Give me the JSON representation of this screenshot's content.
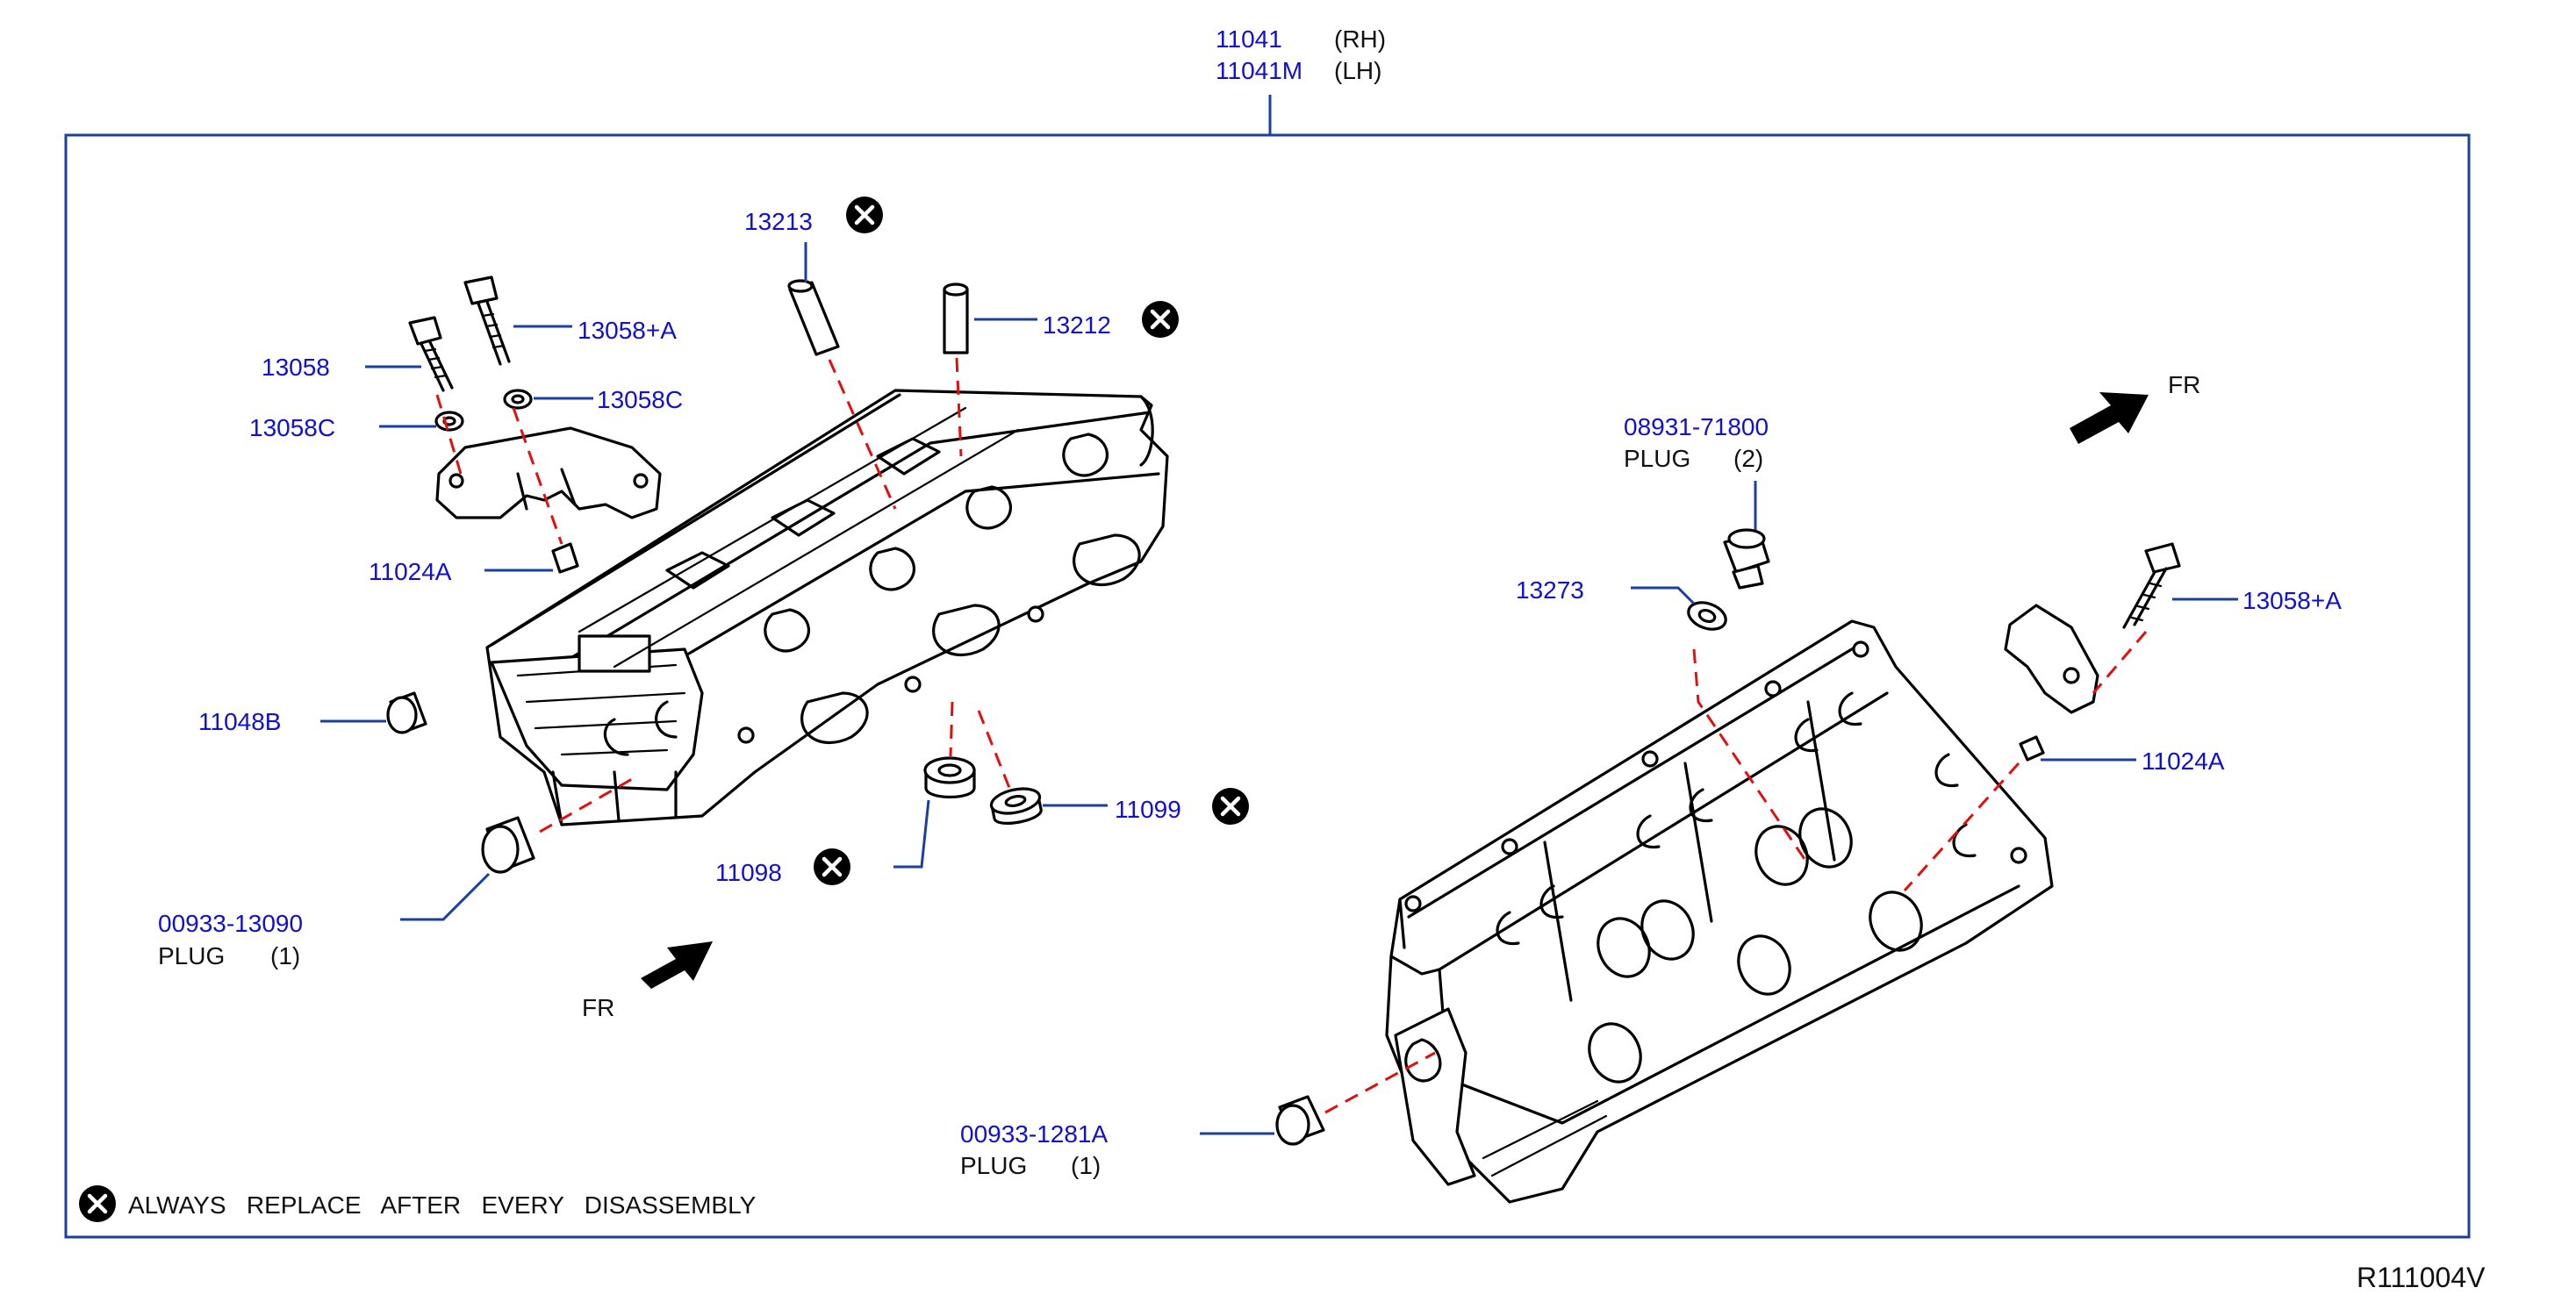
{
  "header": {
    "rh_number": "11041",
    "rh_side": "(RH)",
    "lh_number": "11041M",
    "lh_side": "(LH)"
  },
  "parts": {
    "p13213": "13213",
    "p13212": "13212",
    "p13058_a_left": "13058+A",
    "p13058": "13058",
    "p13058c_left": "13058C",
    "p13058c_right": "13058C",
    "p11024a_left": "11024A",
    "p11048b": "11048B",
    "p11099": "11099",
    "p11098": "11098",
    "p00933_13090": "00933-13090",
    "plug_label": "PLUG",
    "plug_qty_1": "(1)",
    "p08931_71800": "08931-71800",
    "plug_qty_2": "(2)",
    "p13273": "13273",
    "p13058_a_right": "13058+A",
    "p11024a_right": "11024A",
    "p00933_1281a": "00933-1281A",
    "plug_qty_3": "(1)"
  },
  "direction": {
    "fr_left": "FR",
    "fr_right": "FR"
  },
  "legend": {
    "replace_note": "ALWAYS   REPLACE   AFTER   EVERY   DISASSEMBLY"
  },
  "footer": {
    "diagram_code": "R111004V"
  },
  "colors": {
    "part_number": "#1010d0",
    "leader": "#1a3fa0",
    "dash": "#e01010",
    "frame": "#1a3fa0"
  },
  "icons": [
    "replace-x-icon",
    "fr-arrow-icon"
  ]
}
